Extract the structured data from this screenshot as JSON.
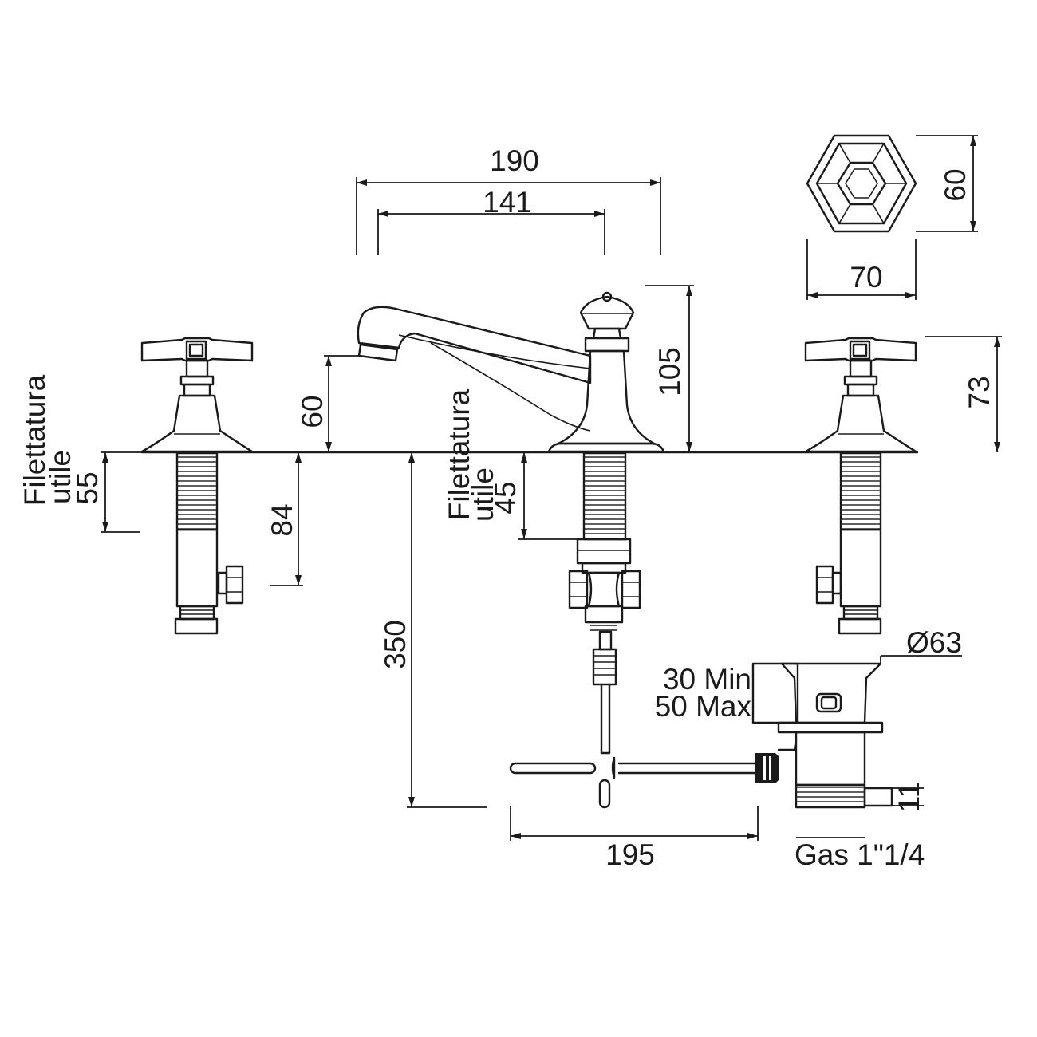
{
  "dimensions": {
    "width_overall": "190",
    "width_centers": "141",
    "spout_height": "60",
    "spout_total_height": "105",
    "handle_height": "73",
    "handle_hex_height": "60",
    "handle_hex_width": "70",
    "thread_side_value": "55",
    "thread_spout_value": "45",
    "side_shank": "84",
    "tail_length": "350",
    "waste_lever": "195",
    "waste_diameter": "Ø63",
    "waste_thickness": "11"
  },
  "labels": {
    "thread_line1": "Filettatura",
    "thread_line2": "utile",
    "deck_min": "30 Min",
    "deck_max": "50 Max",
    "gas_thread": "Gas 1\"1/4"
  },
  "colors": {
    "ink": "#1a1a1a",
    "background": "#ffffff"
  }
}
